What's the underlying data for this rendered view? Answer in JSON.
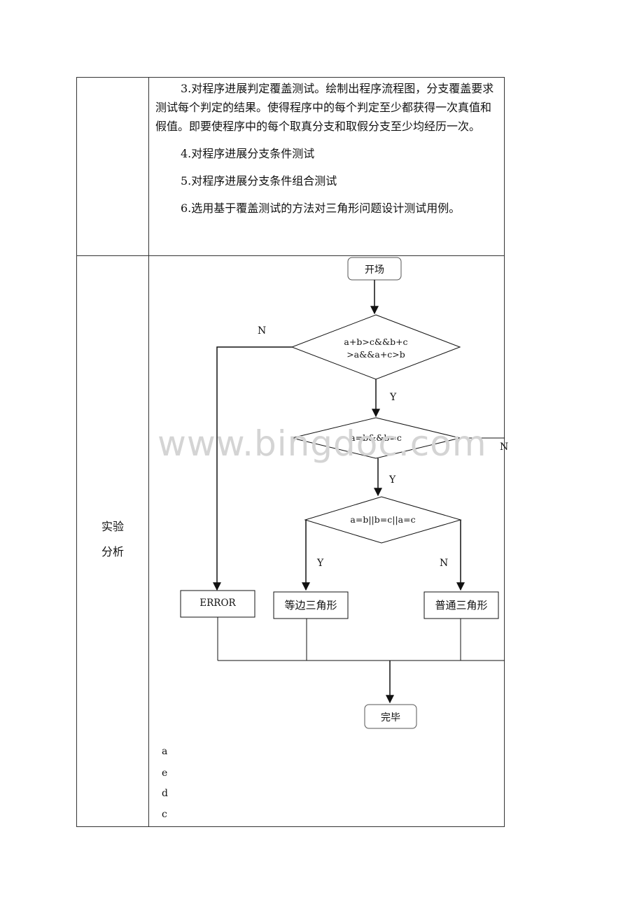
{
  "requirements": {
    "p3": "3.对程序进展判定覆盖测试。绘制出程序流程图，分支覆盖要求测试每个判定的结果。使得程序中的每个判定至少都获得一次真值和假值。即要使程序中的每个取真分支和取假分支至少均经历一次。",
    "p4": "4.对程序进展分支条件测试",
    "p5": "5.对程序进展分支条件组合测试",
    "p6": "6.选用基于覆盖测试的方法对三角形问题设计测试用例。"
  },
  "section_label": {
    "line1": "实验",
    "line2": "分析"
  },
  "flowchart": {
    "start": "开场",
    "decision1_line1": "a+b>c&&b+c",
    "decision1_line2": ">a&&a+c>b",
    "decision2": "a=b&&b=c",
    "decision3": "a=b||b=c||a=c",
    "error": "ERROR",
    "equilateral": "等边三角形",
    "ordinary": "普通三角形",
    "end": "完毕",
    "label_n1": "N",
    "label_y1": "Y",
    "label_n2": "N",
    "label_y2": "Y",
    "label_y3": "Y",
    "label_n3": "N"
  },
  "letters": [
    "a",
    "e",
    "d",
    "c"
  ],
  "watermark": "www.bingdoc.com"
}
